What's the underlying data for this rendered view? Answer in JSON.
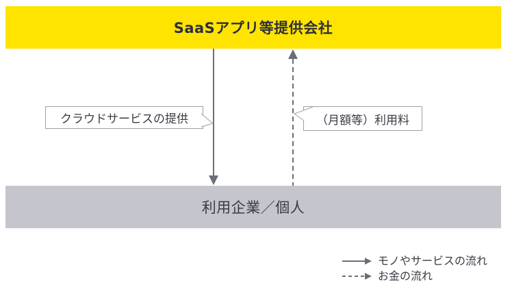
{
  "diagram": {
    "provider_box": {
      "label": "SaaSアプリ等提供会社"
    },
    "user_box": {
      "label": "利用企業／個人"
    },
    "service_callout": {
      "label": "クラウドサービスの提供"
    },
    "fee_callout": {
      "label": "（月額等）利用料"
    },
    "arrows": [
      {
        "name": "service-flow",
        "style": "solid",
        "direction": "down",
        "from": "provider_box",
        "to": "user_box"
      },
      {
        "name": "fee-flow",
        "style": "dashed",
        "direction": "up",
        "from": "user_box",
        "to": "provider_box"
      }
    ],
    "legend": {
      "items": [
        {
          "style": "solid",
          "label": "モノやサービスの流れ"
        },
        {
          "style": "dashed",
          "label": "お金の流れ"
        }
      ]
    },
    "colors": {
      "provider_bg": "#ffe400",
      "user_bg": "#c5c6cd",
      "arrow": "#6a6e79",
      "text": "#2f2f38",
      "callout_border": "#9ea0a6"
    }
  }
}
